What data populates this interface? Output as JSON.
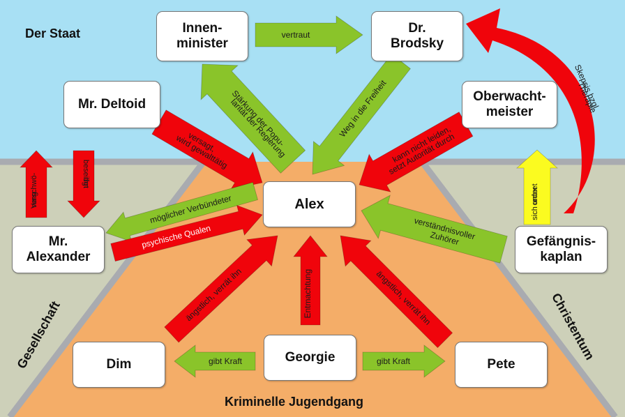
{
  "colors": {
    "sky": "#a8e0f4",
    "wall": "#cdd0b9",
    "floor": "#f4ad68",
    "rail": "#a9abb0",
    "red": "#f0040b",
    "green": "#8ac42a",
    "yellow": "#fbfb20"
  },
  "regions": {
    "state": "Der Staat",
    "society": "Gesellschaft",
    "christianity": "Christentum",
    "gang": "Kriminelle Jugendgang"
  },
  "nodes": {
    "innenminister": "Innen-\nminister",
    "brodsky": "Dr.\nBrodsky",
    "deltoid": "Mr. Deltoid",
    "oberwachtmeister": "Oberwacht-\nmeister",
    "alex": "Alex",
    "alexander": "Mr.\nAlexander",
    "kaplan": "Gefängnis-\nkaplan",
    "dim": "Dim",
    "georgie": "Georgie",
    "pete": "Pete"
  },
  "edges": {
    "vertraut": "vertraut",
    "staerkung": [
      "Stärkung der Popu-",
      "larität der Regierung"
    ],
    "weg": "Weg in die Freiheit",
    "versagt": [
      "versagt,",
      "wird gewalttätig"
    ],
    "kann": [
      "kann nicht leiden,",
      "setzt Autorität durch"
    ],
    "verschwoerung": [
      "Verschwö-",
      "rung"
    ],
    "beseitigt": [
      "beseitigt",
      "ihn"
    ],
    "verbuendeter": "möglicher Verbündeter",
    "qualen": "psychische Qualen",
    "zuhoerer": [
      "verständnisvoller",
      "Zuhörer"
    ],
    "ordnet": [
      "ordnet",
      "sich unter"
    ],
    "skepsis": [
      "Skepsis bzgl.",
      "Therapie"
    ],
    "aengstlich_left": "ängstlich, verrät ihn",
    "entmachtung": "Entmachtung",
    "aengstlich_right": "ängstlich, verrät ihn",
    "kraft_left": "gibt Kraft",
    "kraft_right": "gibt Kraft"
  }
}
